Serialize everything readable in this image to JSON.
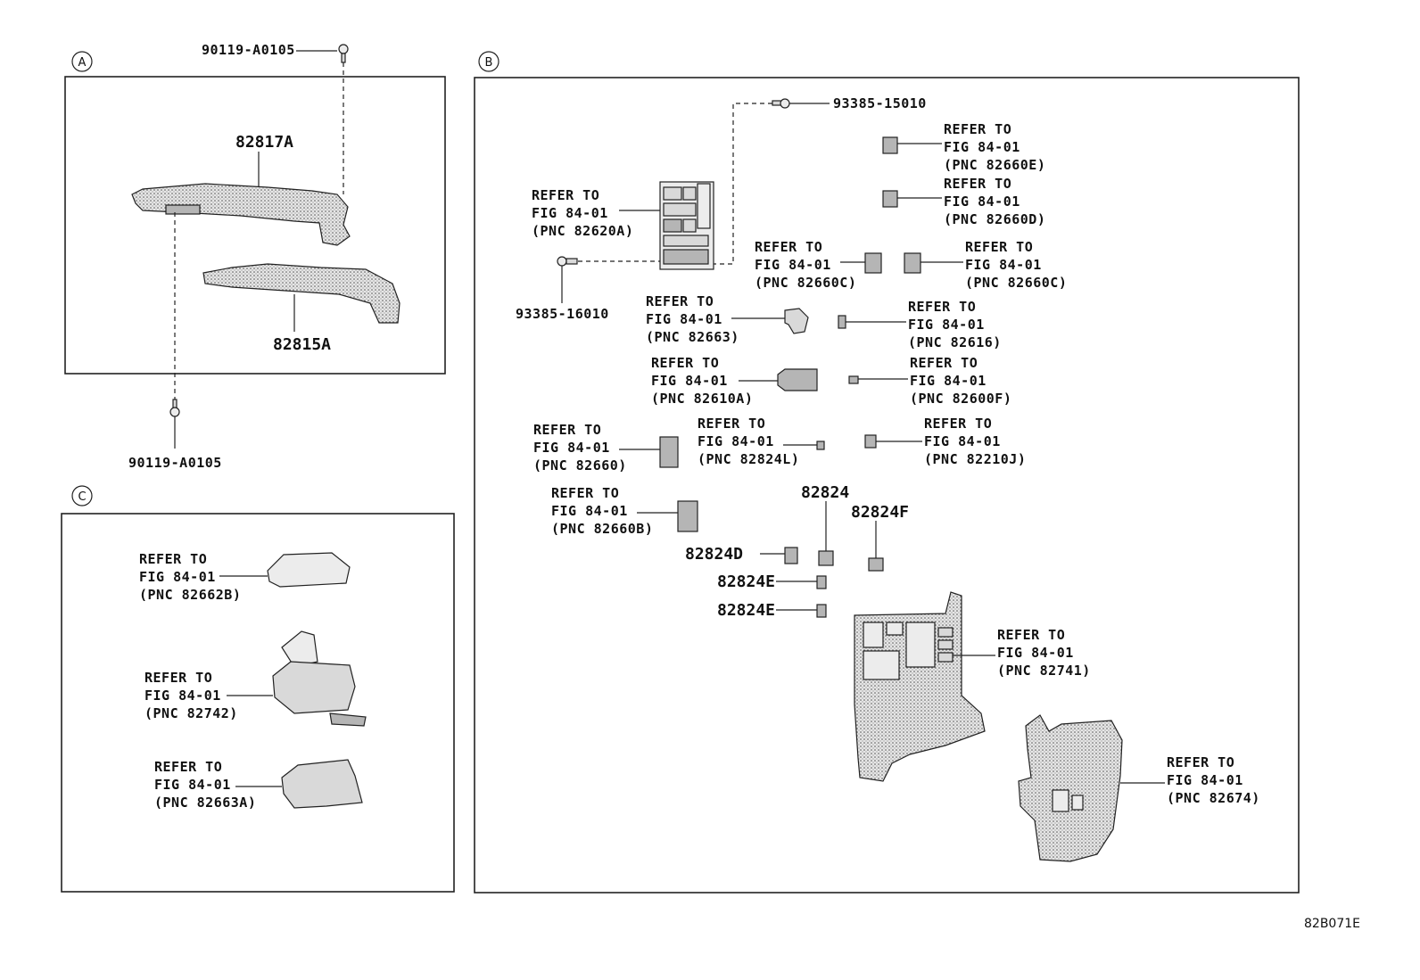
{
  "sections": {
    "a": {
      "label": "A"
    },
    "b": {
      "label": "B"
    },
    "c": {
      "label": "C"
    }
  },
  "section_a": {
    "bolt_top": "90119-A0105",
    "bolt_bottom": "90119-A0105",
    "part_upper": "82817A",
    "part_lower": "82815A"
  },
  "section_b": {
    "screw_top": "93385-15010",
    "screw_left": "93385-16010",
    "refs": [
      {
        "line1": "REFER TO",
        "line2": "FIG 84-01",
        "line3": "(PNC 82660E)"
      },
      {
        "line1": "REFER TO",
        "line2": "FIG 84-01",
        "line3": "(PNC 82660D)"
      },
      {
        "line1": "REFER TO",
        "line2": "FIG 84-01",
        "line3": "(PNC 82620A)"
      },
      {
        "line1": "REFER TO",
        "line2": "FIG 84-01",
        "line3": "(PNC 82660C)"
      },
      {
        "line1": "REFER TO",
        "line2": "FIG 84-01",
        "line3": "(PNC 82660C)"
      },
      {
        "line1": "REFER TO",
        "line2": "FIG 84-01",
        "line3": "(PNC 82663)"
      },
      {
        "line1": "REFER TO",
        "line2": "FIG 84-01",
        "line3": "(PNC 82616)"
      },
      {
        "line1": "REFER TO",
        "line2": "FIG 84-01",
        "line3": "(PNC 82610A)"
      },
      {
        "line1": "REFER TO",
        "line2": "FIG 84-01",
        "line3": "(PNC 82600F)"
      },
      {
        "line1": "REFER TO",
        "line2": "FIG 84-01",
        "line3": "(PNC 82660)"
      },
      {
        "line1": "REFER TO",
        "line2": "FIG 84-01",
        "line3": "(PNC 82824L)"
      },
      {
        "line1": "REFER TO",
        "line2": "FIG 84-01",
        "line3": "(PNC 82210J)"
      },
      {
        "line1": "REFER TO",
        "line2": "FIG 84-01",
        "line3": "(PNC 82660B)"
      },
      {
        "line1": "REFER TO",
        "line2": "FIG 84-01",
        "line3": "(PNC 82741)"
      },
      {
        "line1": "REFER TO",
        "line2": "FIG 84-01",
        "line3": "(PNC 82674)"
      }
    ],
    "parts": {
      "p82824": "82824",
      "p82824F": "82824F",
      "p82824D": "82824D",
      "p82824E_1": "82824E",
      "p82824E_2": "82824E"
    }
  },
  "section_c": {
    "refs": [
      {
        "line1": "REFER TO",
        "line2": "FIG 84-01",
        "line3": "(PNC 82662B)"
      },
      {
        "line1": "REFER TO",
        "line2": "FIG 84-01",
        "line3": "(PNC 82742)"
      },
      {
        "line1": "REFER TO",
        "line2": "FIG 84-01",
        "line3": "(PNC 82663A)"
      }
    ]
  },
  "illustration_code": "82B071E"
}
